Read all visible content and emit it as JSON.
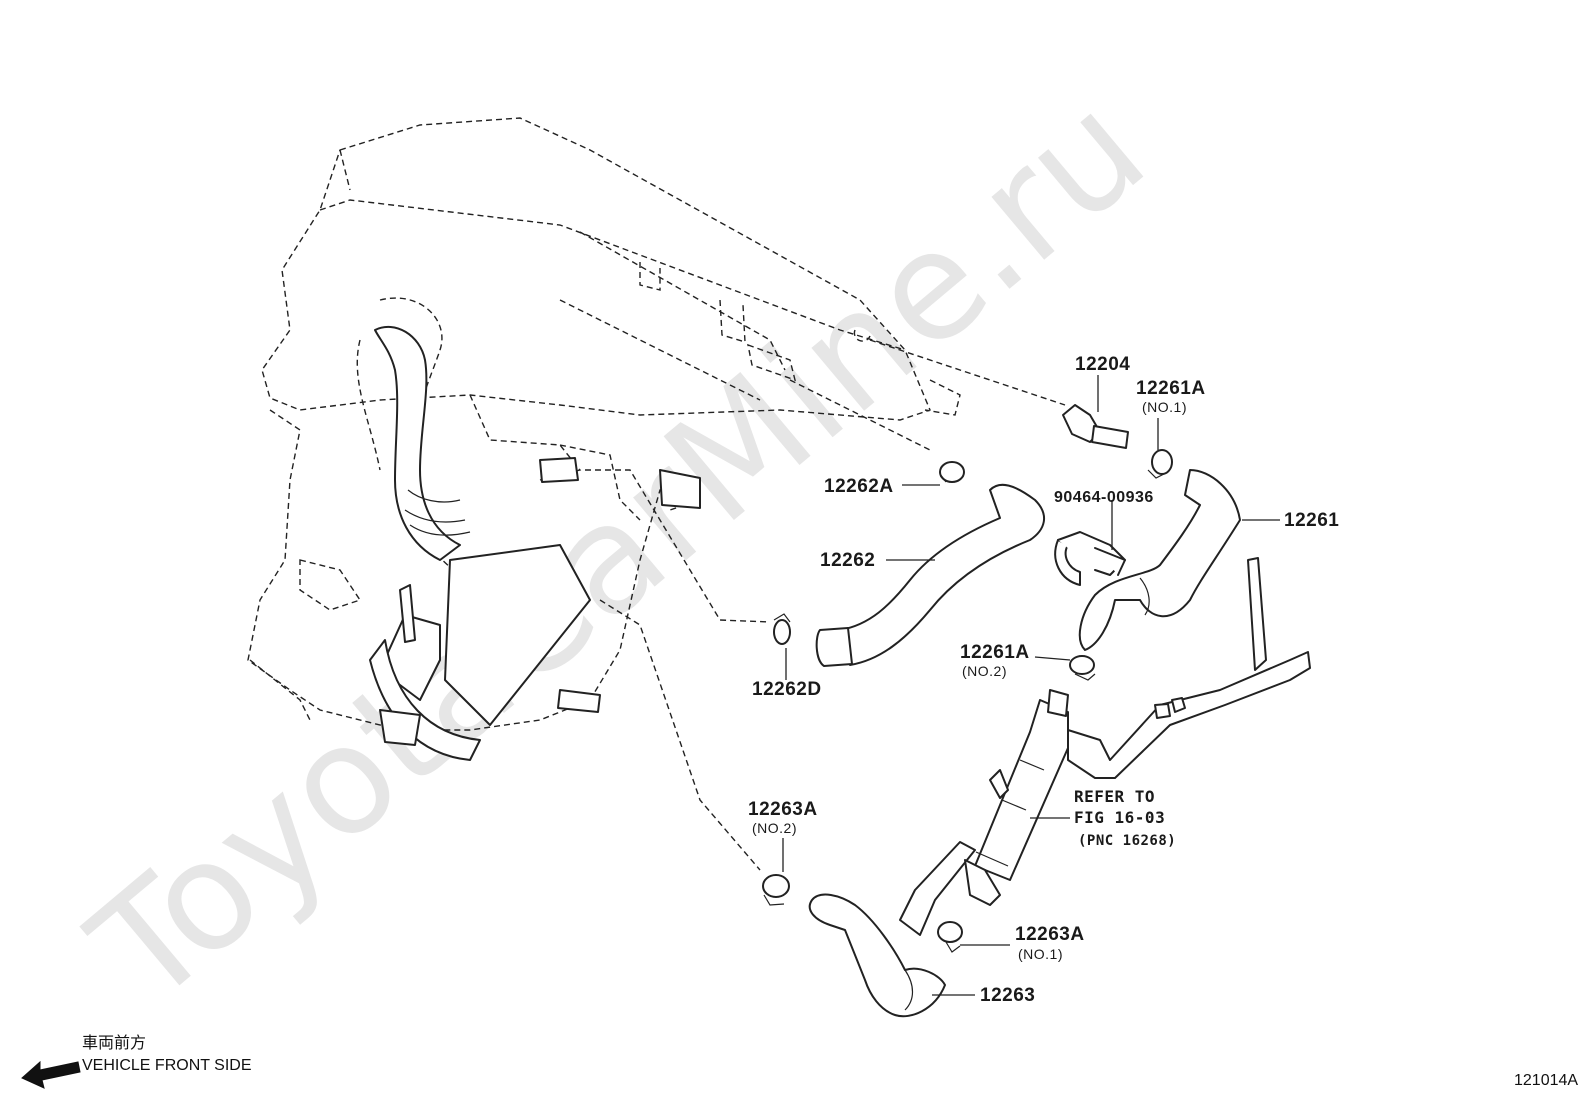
{
  "watermark": "ToyotaCarMine.ru",
  "labels": {
    "p12204": "12204",
    "p12261A_no1": "12261A",
    "no1_a": "(NO.1)",
    "p12262A": "12262A",
    "p90464": "90464-00936",
    "p12261": "12261",
    "p12262": "12262",
    "p12261A_no2": "12261A",
    "no2_a": "(NO.2)",
    "p12262D": "12262D",
    "refer1": "REFER TO",
    "refer2": "FIG 16-03",
    "refer3": "(PNC 16268)",
    "p12263A_no2": "12263A",
    "no2_b": "(NO.2)",
    "p12263A_no1": "12263A",
    "no1_b": "(NO.1)",
    "p12263": "12263"
  },
  "footer": {
    "jp": "車両前方",
    "front": "VEHICLE FRONT SIDE",
    "code": "121014A"
  }
}
